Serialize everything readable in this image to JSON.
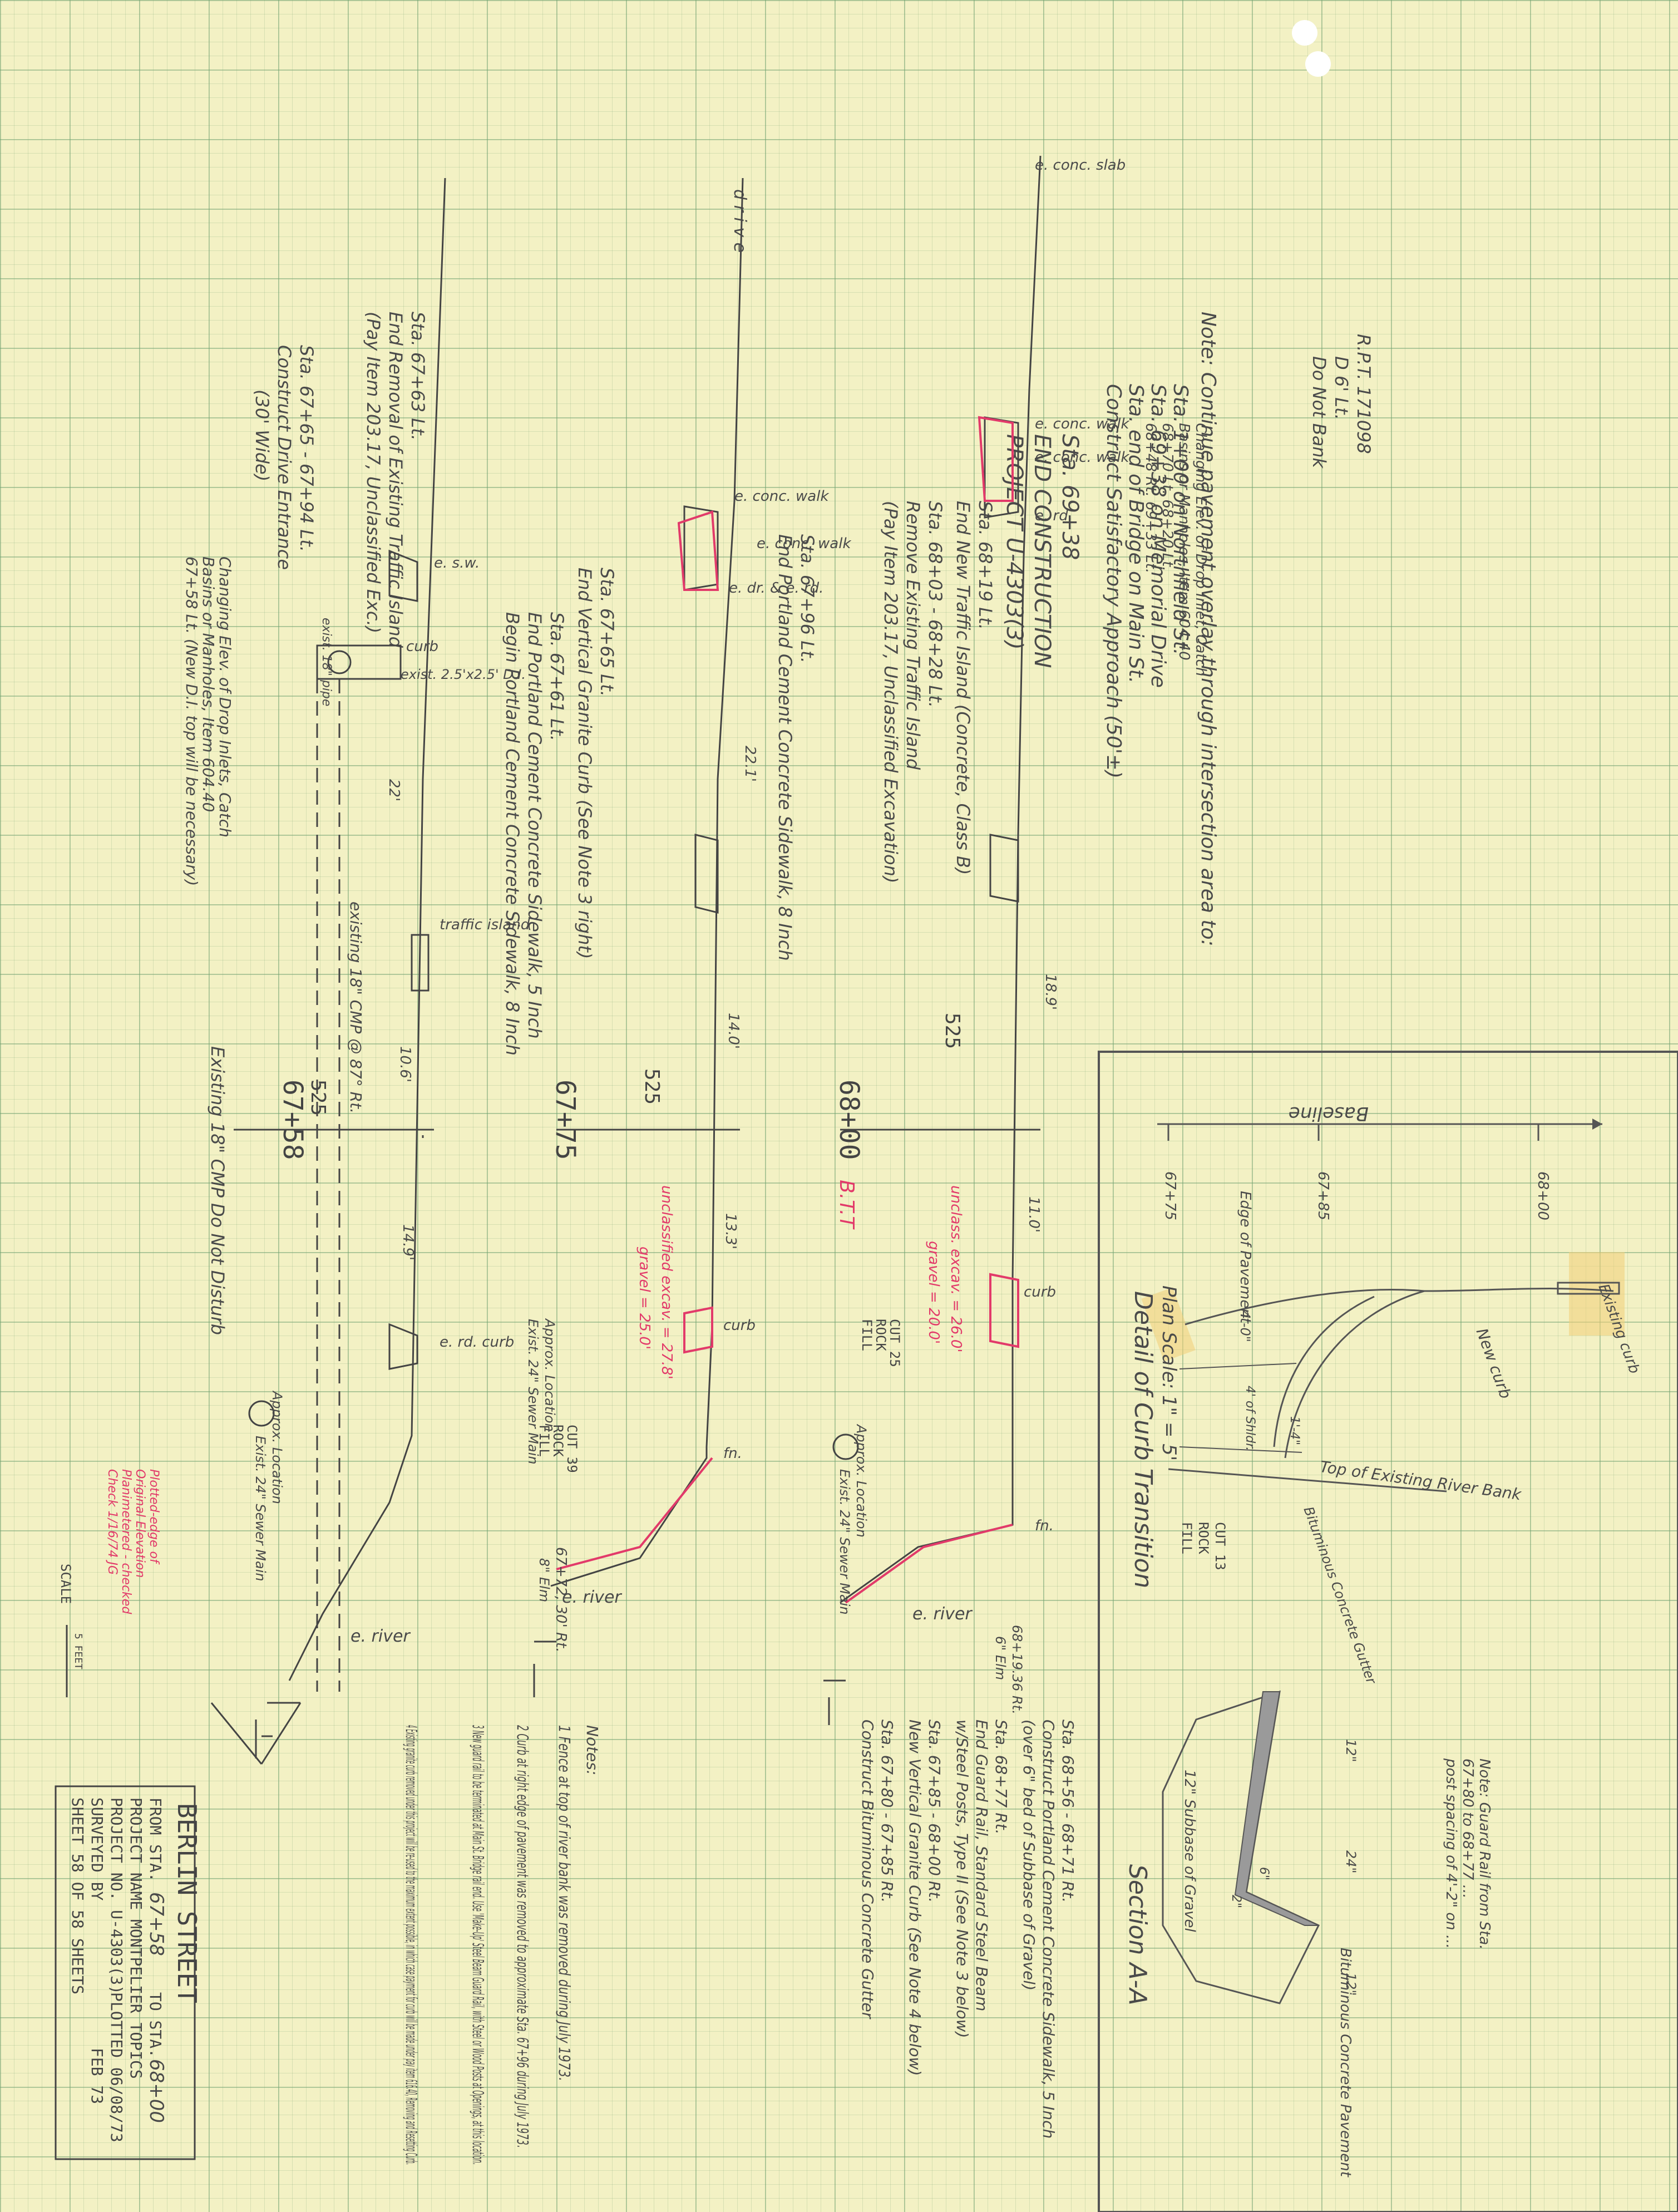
{
  "title_block": {
    "street": "BERLIN STREET",
    "from_label": "FROM STA.",
    "from_sta": "67+58",
    "to_label": "TO STA.",
    "to_sta": "68+00",
    "project_name": "PROJECT NAME  MONTPELIER TOPICS",
    "project_no": "PROJECT NO.  U-4303(3)",
    "plotted": "PLOTTED 06/08/73",
    "surveyed": "SURVEYED BY",
    "date": "FEB 73",
    "sheet": "SHEET 58 OF 58 SHEETS",
    "scale_label": "SCALE",
    "scale_bar": "5 FEET"
  },
  "top_notes": [
    "Note: Continue pavement overlay through intersection area to:",
    "Sta. 1+00 on Northfield St.",
    "Sta. 69+38 on Memorial Drive",
    "Sta. end of Bridge on Main St.",
    "Construct Satisfactory Approach (50'±)"
  ],
  "right_pt": {
    "rpt": "R.P.T. 171098",
    "offset": "D 6' Lt.",
    "bank": "Do Not Bank"
  },
  "end_construction": [
    "Sta. 69+38",
    "END CONSTRUCTION",
    "PROJECT U-4303(3)"
  ],
  "drop_inlet_top": [
    "Changing Elev. of Drop Inlet, Catch",
    "Basins or Manholes, Item 604.40",
    "68+70 Lt.   68+20 Lt.",
    "68+48 Rt.   69+33 Lt."
  ],
  "mid_notes": [
    "Sta. 68+19 Lt.",
    "End New Traffic Island (Concrete, Class B)",
    "Sta. 68+03 - 68+28 Lt.",
    "Remove Existing Traffic Island",
    "(Pay Item 203.17, Unclassified Excavation)",
    "Sta. 67+96 Lt.",
    "End Portland Cement Concrete Sidewalk, 8 Inch",
    "Sta. 67+65 Lt.",
    "End Vertical Granite Curb (See Note 3 right)",
    "Sta. 67+61 Lt.",
    "End Portland Cement Concrete Sidewalk, 5 Inch",
    "Begin Portland Cement Concrete Sidewalk, 8 Inch",
    "Sta. 67+63 Lt.",
    "End Removal of Existing Traffic Island",
    "(Pay Item 203.17, Unclassified Exc.)",
    "Sta. 67+65 - 67+94 Lt.",
    "Construct Drive Entrance",
    "(30' Wide)"
  ],
  "drop_inlet_left": [
    "Changing Elev. of Drop Inlets, Catch",
    "Basins or Manholes, Item 604.40",
    "67+58 Lt. (New D.I. top will be necessary)"
  ],
  "profile_labels": {
    "drive": "d r i v e",
    "conc_slab": "e. conc. slab",
    "conc_walk": "e. conc. walk",
    "rd": "e. rd.",
    "dr_rd": "e. dr. & e. rd.",
    "sw": "e. s.w.",
    "curb": "curb",
    "exist_di": "exist. 2.5'x2.5' D.I.",
    "exist_pipe": "exist. 18\" pipe",
    "traffic_island": "traffic island",
    "culvert": "existing 18\" CMP @ 87° Rt.",
    "rd_curb": "e. rd. curb",
    "fn": "fn.",
    "river": "e. river",
    "elev": "525",
    "dims": [
      "22.1'",
      "14.0'",
      "13.3'",
      "18.9'",
      "11.0'",
      "10.6'",
      "14.9'",
      "22'"
    ],
    "cut_fill_a": [
      "CUT  39",
      "ROCK",
      "FILL"
    ],
    "cut_fill_b": [
      "CUT  25",
      "ROCK",
      "FILL"
    ],
    "cut_fill_c": [
      "CUT  13",
      "ROCK",
      "FILL"
    ]
  },
  "stations": [
    "67+58",
    "67+75",
    "68+00"
  ],
  "station_68_extra": "B.T.T",
  "cmp_note": "Existing 18\" CMP Do Not Disturb",
  "sewer_notes": [
    "Approx. Location",
    "Exist. 24\" Sewer Main"
  ],
  "red_notes": {
    "a": [
      "unclassified excav. = 27.8'",
      "gravel = 25.0'"
    ],
    "b": [
      "unclass. excav. = 26.0'",
      "gravel = 20.0'"
    ],
    "handwritten": [
      "Plotted-edge of",
      "Original Elevation",
      "Planimetered - checked",
      "Check 1/16/74 JG"
    ]
  },
  "elev_notes": [
    "67+72, 30' Rt.",
    "8\" Elm",
    "68+19.36 Rt.",
    "6\" Elm"
  ],
  "lower_right_notes": [
    "Sta. 68+56 - 68+71 Rt.",
    "Construct Portland Cement Concrete Sidewalk, 5 Inch",
    "(over 6\" bed of Subbase of Gravel)",
    "Sta. 68+77 Rt.",
    "End Guard Rail, Standard Steel Beam",
    "w/Steel Posts, Type II (See Note 3 below)",
    "Sta. 67+85 - 68+00 Rt.",
    "New Vertical Granite Curb (See Note 4 below)",
    "Sta. 67+80 - 67+85 Rt.",
    "Construct Bituminous Concrete Gutter"
  ],
  "numbered_notes": [
    "Notes:",
    "1  Fence at top of river bank was removed during July 1973.",
    "2  Curb at right edge of pavement was removed to approximate Sta. 67+96 during July 1973.",
    "3  New guard rail to be terminated at Main St. Bridge rail end. Use 'Make-Up' Steel Beam Guard Rail, with Steel or Wood Posts at Openings, at this location.",
    "4  Existing granite curb removed under this project will be re-used to the maximum extent possible, in which case payment for curb will be made under pay item 616.40, Removing and Resetting Curb."
  ],
  "detail": {
    "baseline": "Baseline",
    "stations": [
      "67+75",
      "67+85",
      "68+00"
    ],
    "title": "Detail of Curb Transition",
    "scale": "Plan Scale: 1\" = 5'",
    "labels": [
      "Edge of Pavement",
      "Existing curb",
      "New curb",
      "4'-0\"",
      "1'-4\"",
      "Top of Existing River Bank",
      "Bituminous Concrete Gutter",
      "4' of Shldr."
    ],
    "cut_fill": [
      "CUT  13",
      "ROCK",
      "FILL"
    ]
  },
  "section": {
    "title": "Section A-A",
    "labels": [
      "12\" Subbase of Gravel",
      "Bituminous Concrete Pavement",
      "12\"",
      "24\"",
      "12\"",
      "6\"",
      "2\""
    ],
    "guard_note": [
      "Note: Guard Rail from Sta.",
      "67+80 to 68+77 ...",
      "post spacing of 4'-2\" on ..."
    ]
  }
}
